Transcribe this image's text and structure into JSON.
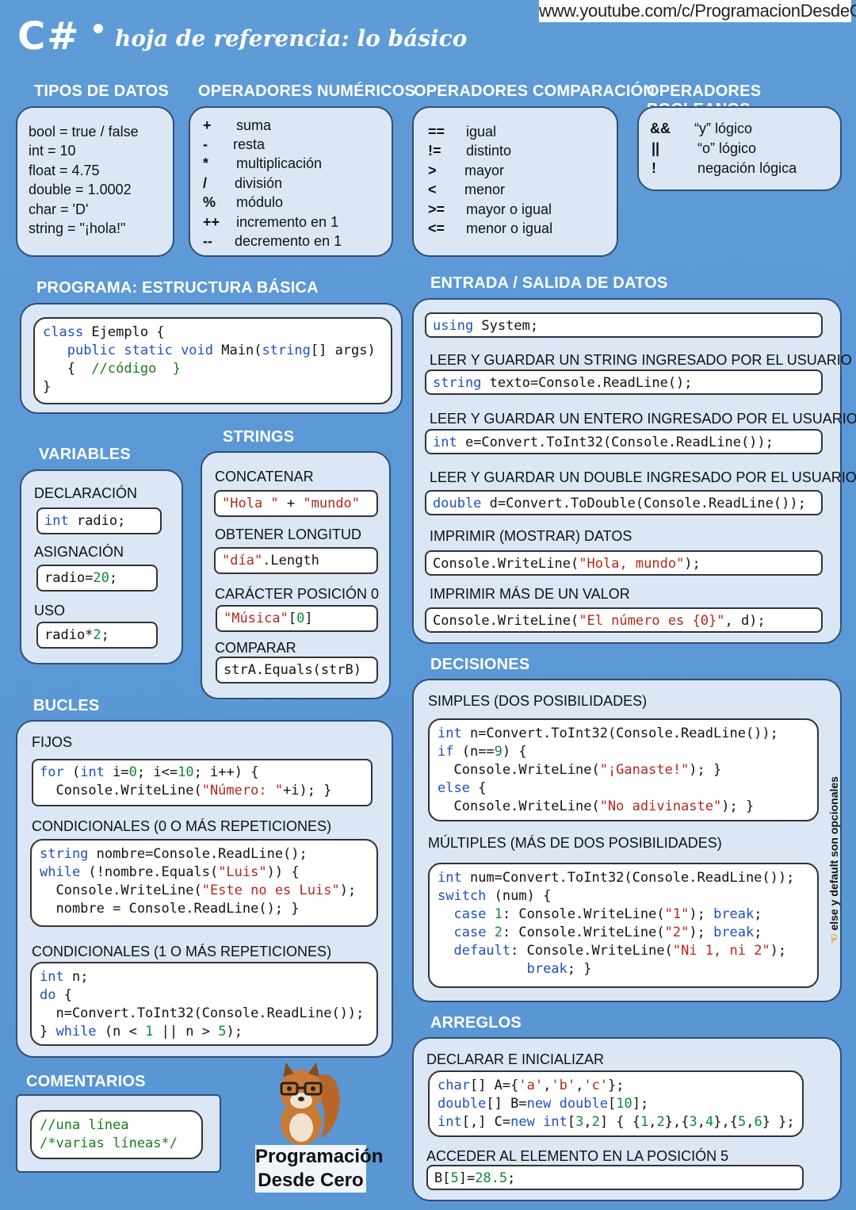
{
  "header": {
    "url": "www.youtube.com/c/ProgramacionDesdeCero",
    "lang": "C#",
    "subtitle": "hoja de referencia: lo básico"
  },
  "tipos": {
    "heading": "TIPOS DE DATOS",
    "lines": [
      "bool = true / false",
      "int = 10",
      "float = 4.75",
      "double = 1.0002",
      "char = 'D'",
      "string = \"¡hola!\""
    ]
  },
  "numericos": {
    "heading": "OPERADORES NUMÉRICOS",
    "rows": [
      {
        "sym": "+",
        "text": "suma"
      },
      {
        "sym": "-",
        "text": "resta"
      },
      {
        "sym": "*",
        "text": "multiplicación"
      },
      {
        "sym": "/",
        "text": "división"
      },
      {
        "sym": "%",
        "text": "módulo"
      },
      {
        "sym": "++",
        "text": "incremento en 1"
      },
      {
        "sym": "--",
        "text": "decremento en 1"
      }
    ]
  },
  "comparacion": {
    "heading": "OPERADORES COMPARACIÓN",
    "rows": [
      {
        "sym": "==",
        "text": "igual"
      },
      {
        "sym": "!=",
        "text": "distinto"
      },
      {
        "sym": ">",
        "text": "mayor"
      },
      {
        "sym": "<",
        "text": "menor"
      },
      {
        "sym": ">=",
        "text": "mayor o igual"
      },
      {
        "sym": "<=",
        "text": "menor o igual"
      }
    ]
  },
  "booleanos": {
    "heading": "OPERADORES BOOLEANOS",
    "rows": [
      {
        "sym": "&&",
        "text": "“y” lógico"
      },
      {
        "sym": "||",
        "text": "“o” lógico"
      },
      {
        "sym": "!",
        "text": "negación lógica"
      }
    ]
  },
  "programa": {
    "heading": "PROGRAMA: ESTRUCTURA BÁSICA",
    "code": "class Ejemplo {\n   public static void Main(string[] args)\n   {  //código  }\n}"
  },
  "variables": {
    "heading": "VARIABLES",
    "declaracion_label": "DECLARACIÓN",
    "declaracion_code": "int radio;",
    "asignacion_label": "ASIGNACIÓN",
    "asignacion_code": "radio=20;",
    "uso_label": "USO",
    "uso_code": "radio*2;"
  },
  "strings": {
    "heading": "STRINGS",
    "concatenar_label": "CONCATENAR",
    "concatenar_code": "\"Hola \" + \"mundo\"",
    "longitud_label": "OBTENER LONGITUD",
    "longitud_code": "\"día\".Length",
    "caracter_label": "CARÁCTER POSICIÓN 0",
    "caracter_code": "\"Música\"[0]",
    "comparar_label": "COMPARAR",
    "comparar_code": "strA.Equals(strB)"
  },
  "io": {
    "heading": "ENTRADA / SALIDA DE DATOS",
    "using_code": "using System;",
    "leer_string_label": "LEER Y GUARDAR UN STRING INGRESADO POR EL USUARIO",
    "leer_string_code": "string texto=Console.ReadLine();",
    "leer_entero_label": "LEER Y GUARDAR UN ENTERO INGRESADO POR EL USUARIO",
    "leer_entero_code": "int e=Convert.ToInt32(Console.ReadLine());",
    "leer_double_label": "LEER Y GUARDAR UN DOUBLE INGRESADO POR EL USUARIO",
    "leer_double_code": "double d=Convert.ToDouble(Console.ReadLine());",
    "imprimir_label": "IMPRIMIR (MOSTRAR) DATOS",
    "imprimir_code": "Console.WriteLine(\"Hola, mundo\");",
    "imprimir_mas_label": "IMPRIMIR MÁS DE UN VALOR",
    "imprimir_mas_code": "Console.WriteLine(\"El número es {0}\", d);"
  },
  "bucles": {
    "heading": "BUCLES",
    "fijos_label": "FIJOS",
    "fijos_code": "for (int i=0; i<=10; i++) {\n  Console.WriteLine(\"Número: \"+i); }",
    "cond0_label": "CONDICIONALES (0 O MÁS REPETICIONES)",
    "cond0_code": "string nombre=Console.ReadLine();\nwhile (!nombre.Equals(\"Luis\")) {\n  Console.WriteLine(\"Este no es Luis\");\n  nombre = Console.ReadLine(); }",
    "cond1_label": "CONDICIONALES (1 O MÁS REPETICIONES)",
    "cond1_code": "int n;\ndo {\n  n=Convert.ToInt32(Console.ReadLine());\n} while (n < 1 || n > 5);"
  },
  "decisiones": {
    "heading": "DECISIONES",
    "simples_label": "SIMPLES (DOS POSIBILIDADES)",
    "simples_code": "int n=Convert.ToInt32(Console.ReadLine());\nif (n==9) {\n  Console.WriteLine(\"¡Ganaste!\"); }\nelse {\n  Console.WriteLine(\"No adivinaste\"); }",
    "multiples_label": "MÚLTIPLES (MÁS DE DOS POSIBILIDADES)",
    "multiples_code": "int num=Convert.ToInt32(Console.ReadLine());\nswitch (num) {\n  case 1: Console.WriteLine(\"1\"); break;\n  case 2: Console.WriteLine(\"2\"); break;\n  default: Console.WriteLine(\"Ni 1, ni 2\");\n           break; }",
    "side_note": "else y default son opcionales"
  },
  "comentarios": {
    "heading": "COMENTARIOS",
    "code": "//una línea\n/*varias líneas*/"
  },
  "arreglos": {
    "heading": "ARREGLOS",
    "declarar_label": "DECLARAR E INICIALIZAR",
    "declarar_code": "char[] A={'a','b','c'};\ndouble[] B=new double[10];\nint[,] C=new int[3,2] { {1,2},{3,4},{5,6} };",
    "acceder_label": "ACCEDER AL ELEMENTO EN LA POSICIÓN 5",
    "acceder_code": "B[5]=28.5;"
  },
  "logo": {
    "line1": "Programación",
    "line2": "Desde Cero"
  },
  "colors": {
    "background": "#5b98d6",
    "panel": "#dce7f6",
    "keyword": "#1f4fbf",
    "string": "#b3261e",
    "number": "#0b8a3a"
  }
}
